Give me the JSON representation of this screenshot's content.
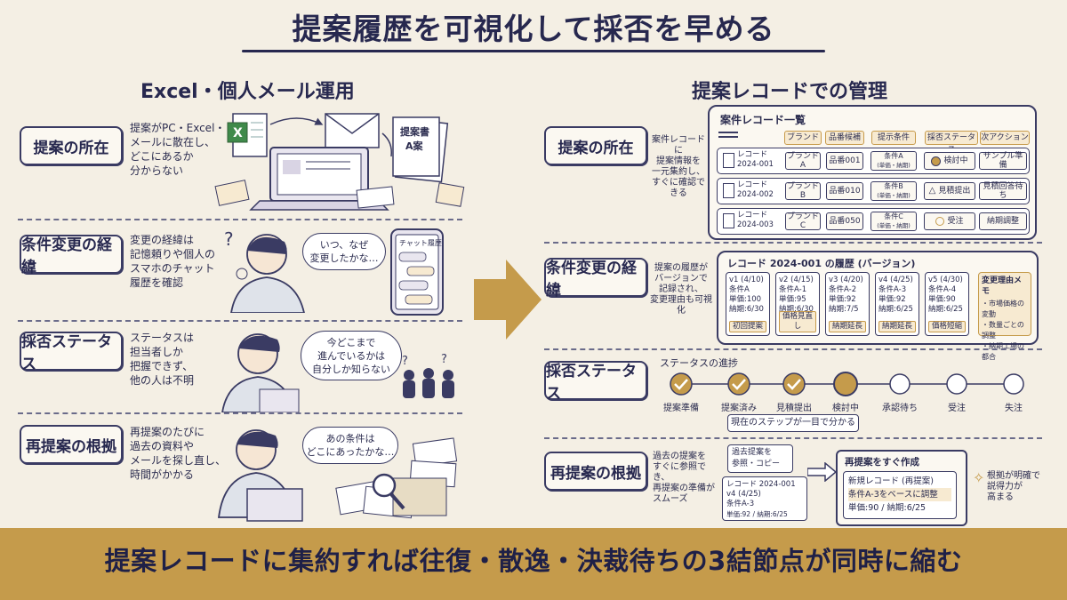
{
  "title": "提案履歴を可視化して採否を早める",
  "left": {
    "heading": "Excel・個人メール運用",
    "rows": [
      {
        "label": "提案の所在",
        "desc": [
          "提案がPC・Excel・",
          "メールに散在し、",
          "どこにあるか",
          "分からない"
        ]
      },
      {
        "label": "条件変更の経緯",
        "desc": [
          "変更の経緯は",
          "記憶頼りや個人の",
          "スマホのチャット",
          "履歴を確認"
        ],
        "bubble": [
          "いつ、なぜ",
          "変更したかな…"
        ],
        "phone": "チャット履歴"
      },
      {
        "label": "採否ステータス",
        "desc": [
          "ステータスは",
          "担当者しか",
          "把握できず、",
          "他の人は不明"
        ],
        "bubble": [
          "今どこまで",
          "進んでいるかは",
          "自分しか知らない"
        ]
      },
      {
        "label": "再提案の根拠",
        "desc": [
          "再提案のたびに",
          "過去の資料や",
          "メールを探し直し、",
          "時間がかかる"
        ],
        "bubble": [
          "あの条件は",
          "どこにあったかな…"
        ]
      }
    ],
    "doc_label": [
      "提案書",
      "A案"
    ]
  },
  "right": {
    "heading": "提案レコードでの管理",
    "row1": {
      "label": "提案の所在",
      "desc": [
        "案件レコードに",
        "提案情報を",
        "一元集約し、",
        "すぐに確認できる"
      ],
      "panel_title": "案件レコード一覧",
      "columns": [
        "ブランド",
        "品番候補",
        "提示条件",
        "採否ステータス",
        "次アクション"
      ],
      "records": [
        {
          "rec": [
            "レコード",
            "2024-001"
          ],
          "brand": "ブランドA",
          "item": "品番001",
          "cond": [
            "条件A",
            "(単価・納期)"
          ],
          "status": "検討中",
          "next": "サンプル準備"
        },
        {
          "rec": [
            "レコード",
            "2024-002"
          ],
          "brand": "ブランドB",
          "item": "品番010",
          "cond": [
            "条件B",
            "(単価・納期)"
          ],
          "status": "見積提出",
          "next": "見積回答待ち"
        },
        {
          "rec": [
            "レコード",
            "2024-003"
          ],
          "brand": "ブランドC",
          "item": "品番050",
          "cond": [
            "条件C",
            "(単価・納期)"
          ],
          "status": "受注",
          "next": "納期調整"
        }
      ]
    },
    "row2": {
      "label": "条件変更の経緯",
      "desc": [
        "提案の履歴が",
        "バージョンで",
        "記録され、",
        "変更理由も可視化"
      ],
      "panel_title": "レコード 2024-001 の履歴 (バージョン)",
      "versions": [
        {
          "v": "v1 (4/10)",
          "cond": "条件A",
          "price": "単価:100",
          "due": "納期:6/30",
          "tag": "初回提案"
        },
        {
          "v": "v2 (4/15)",
          "cond": "条件A-1",
          "price": "単価:95",
          "due": "納期:6/30",
          "tag": "価格見直し"
        },
        {
          "v": "v3 (4/20)",
          "cond": "条件A-2",
          "price": "単価:92",
          "due": "納期:7/5",
          "tag": "納期延長"
        },
        {
          "v": "v4 (4/25)",
          "cond": "条件A-3",
          "price": "単価:92",
          "due": "納期:6/25",
          "tag": "納期延長"
        },
        {
          "v": "v5 (4/30)",
          "cond": "条件A-4",
          "price": "単価:90",
          "due": "納期:6/25",
          "tag": "価格短縮"
        }
      ],
      "memo_title": "変更理由メモ",
      "memo": [
        "・市場価格の変動",
        "・数量ごとの調整",
        "・納期工場の都合"
      ]
    },
    "row3": {
      "label": "採否ステータス",
      "title": "ステータスの進捗",
      "steps": [
        "提案準備",
        "提案済み",
        "見積提出",
        "検討中",
        "承認待ち",
        "受注",
        "失注"
      ],
      "note": "現在のステップが一目で分かる"
    },
    "row4": {
      "label": "再提案の根拠",
      "desc": [
        "過去の提案を",
        "すぐに参照でき、",
        "再提案の準備が",
        "スムーズ"
      ],
      "ref_title": [
        "過去提案を",
        "参照・コピー"
      ],
      "ref_card": [
        "レコード 2024-001",
        "v4 (4/25)",
        "条件A-3",
        "単価:92 / 納期:6/25"
      ],
      "new_title": "再提案をすぐ作成",
      "new_card": [
        "新規レコード (再提案)",
        "条件A-3をベースに調整",
        "単価:90 / 納期:6/25"
      ],
      "side_note": [
        "根拠が明確で",
        "説得力が",
        "高まる"
      ]
    }
  },
  "footer": "提案レコードに集約すれば往復・散逸・決裁待ちの3結節点が同時に縮む",
  "colors": {
    "navy": "#27284f",
    "gold": "#c59b4b",
    "cream": "#f4efe4"
  }
}
